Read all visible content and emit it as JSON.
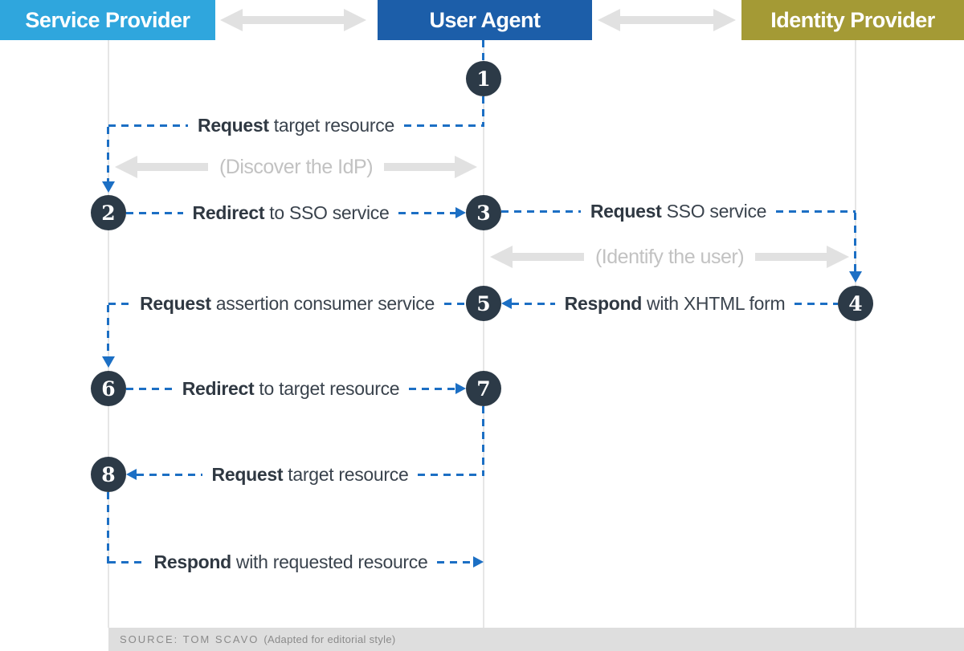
{
  "title": "SAML SSO sequence diagram",
  "actors": {
    "columns": [
      {
        "label": "Service Provider",
        "color": "#2FA6DD"
      },
      {
        "label": "User Agent",
        "color": "#1C5EA9"
      },
      {
        "label": "Identity Provider",
        "color": "#A49A35"
      }
    ]
  },
  "steps": [
    {
      "num": "1"
    },
    {
      "num": "2"
    },
    {
      "num": "3"
    },
    {
      "num": "4"
    },
    {
      "num": "5"
    },
    {
      "num": "6"
    },
    {
      "num": "7"
    },
    {
      "num": "8"
    }
  ],
  "messages": [
    {
      "action": "Request",
      "rest": " target resource"
    },
    {
      "action": "Redirect",
      "rest": " to SSO service"
    },
    {
      "action": "Request",
      "rest": " SSO service"
    },
    {
      "action": "Respond",
      "rest": " with XHTML form"
    },
    {
      "action": "Request",
      "rest": " assertion consumer service"
    },
    {
      "action": "Redirect",
      "rest": " to target resource"
    },
    {
      "action": "Request",
      "rest": " target resource"
    },
    {
      "action": "Respond",
      "rest": " with requested resource"
    }
  ],
  "phases": [
    {
      "label": "(Discover the IdP)"
    },
    {
      "label": "(Identify the user)"
    }
  ],
  "footer": {
    "source": "SOURCE: TOM SCAVO",
    "note": "(Adapted for editorial style)"
  },
  "colors": {
    "service_provider": "#2FA6DD",
    "user_agent": "#1C5EA9",
    "identity_provider": "#A49A35",
    "step_circle": "#2C3A47",
    "dashed_connector": "#1C6FC4",
    "gray_arrow": "#E1E1E1",
    "phase_text": "#C2C2C2",
    "label_text": "#3A434D",
    "footer_bg": "#DEDEDE",
    "footer_text": "#8A8A8A"
  }
}
